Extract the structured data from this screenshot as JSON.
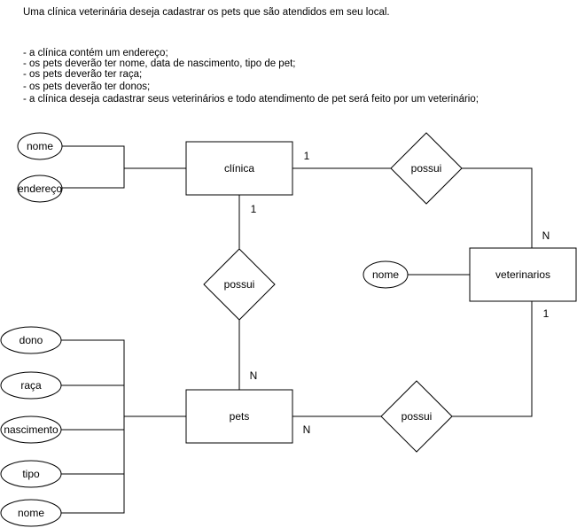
{
  "description": {
    "intro": "Uma clínica veterinária deseja cadastrar os pets que são atendidos em seu local.",
    "requirements": [
      "- a clínica contém um endereço;",
      "- os pets deverão ter nome, data de nascimento, tipo de pet;",
      "- os pets deverão ter raça;",
      "- os pets deverão ter donos;",
      "- a clínica deseja cadastrar seus veterinários e todo atendimento de pet será feito por um veterinário;"
    ]
  },
  "entities": {
    "clinica": "clínica",
    "pets": "pets",
    "veterinarios": "veterinarios"
  },
  "relationships": {
    "clinica_vet": "possui",
    "clinica_pets": "possui",
    "pets_vet": "possui"
  },
  "attributes": {
    "clinica": [
      "nome",
      "endereço"
    ],
    "veterinarios": [
      "nome"
    ],
    "pets": [
      "dono",
      "raça",
      "nascimento",
      "tipo",
      "nome"
    ]
  },
  "cardinalities": {
    "clinica_vet_clinica": "1",
    "clinica_vet_vet": "N",
    "clinica_pets_clinica": "1",
    "clinica_pets_pets": "N",
    "pets_vet_vet": "1",
    "pets_vet_pets": "N"
  },
  "colors": {
    "stroke": "#000000",
    "fill": "#ffffff",
    "text": "#000000"
  }
}
